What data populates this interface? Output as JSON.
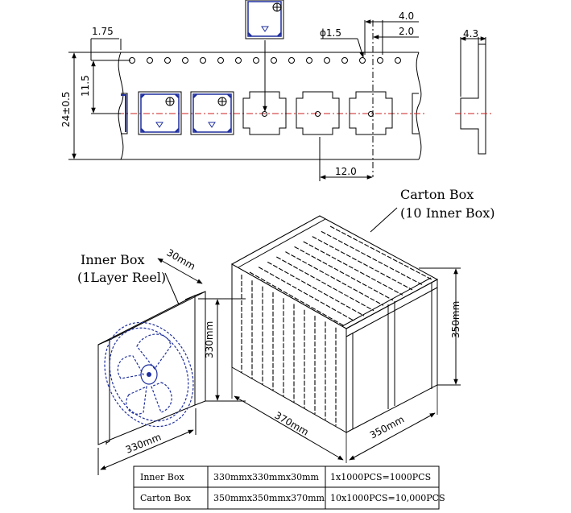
{
  "tape": {
    "dim_1_75": "1.75",
    "dim_11_5": "11.5",
    "dim_24": "24±0.5",
    "dim_hole": "ϕ1.5",
    "dim_4_0": "4.0",
    "dim_2_0": "2.0",
    "dim_4_3": "4.3",
    "dim_12_0": "12.0"
  },
  "inner_box": {
    "label_line1": "Inner Box",
    "label_line2": "(1Layer Reel)",
    "dim_depth": "30mm",
    "dim_height": "330mm",
    "dim_width": "330mm"
  },
  "carton_box": {
    "label_line1": "Carton Box",
    "label_line2": "(10 Inner Box)",
    "dim_height": "350mm",
    "dim_length": "370mm",
    "dim_width": "350mm"
  },
  "table": {
    "rows": [
      {
        "name": "Inner Box",
        "size": "330mmx330mmx30mm",
        "qty": "1x1000PCS=1000PCS"
      },
      {
        "name": "Carton Box",
        "size": "350mmx350mmx370mm",
        "qty": "10x1000PCS=10,000PCS"
      }
    ]
  },
  "colors": {
    "line": "#000000",
    "blue": "#1f2f9e",
    "red": "#cc2222"
  }
}
